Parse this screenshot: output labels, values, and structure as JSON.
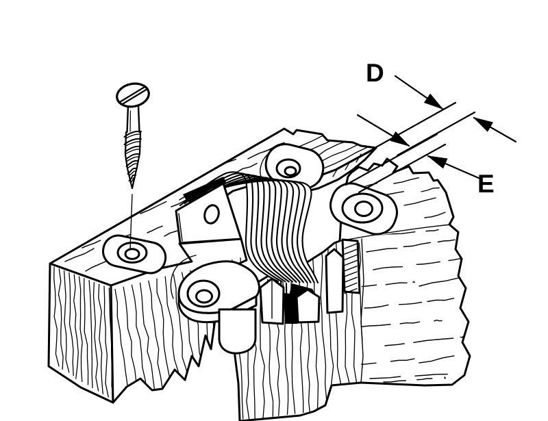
{
  "figure": {
    "type": "technical-line-illustration",
    "subject": "invisible hinge mortised between two wooden boards with mounting screw",
    "ink_color": "#000000",
    "background_color": "#ffffff",
    "labels": {
      "dim_d": "D",
      "dim_e": "E"
    },
    "parts": [
      "wood-screw",
      "left-board",
      "right-board",
      "invisible-hinge",
      "link-bundle",
      "hinge-leaf",
      "countersunk-screw-hole"
    ]
  }
}
